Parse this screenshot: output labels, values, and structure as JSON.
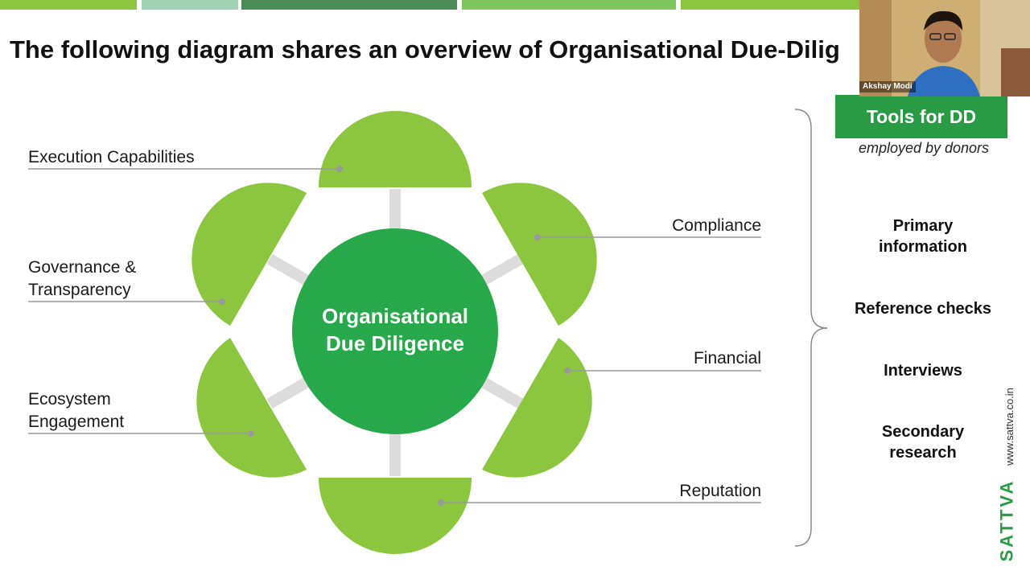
{
  "title": "The following diagram shares an overview of Organisational Due-Dilig",
  "center": {
    "line1": "Organisational",
    "line2": "Due Diligence"
  },
  "petals_left": [
    {
      "label": "Execution Capabilities"
    },
    {
      "line1": "Governance &",
      "line2": "Transparency"
    },
    {
      "line1": "Ecosystem",
      "line2": "Engagement"
    }
  ],
  "petals_right": [
    {
      "label": "Compliance"
    },
    {
      "label": "Financial"
    },
    {
      "label": "Reputation"
    }
  ],
  "tools": {
    "heading": "Tools for DD",
    "subheading": "employed by donors",
    "items": [
      {
        "line1": "Primary",
        "line2": "information"
      },
      {
        "line1": "Reference checks"
      },
      {
        "line1": "Interviews"
      },
      {
        "line1": "Secondary",
        "line2": "research"
      }
    ]
  },
  "video": {
    "participant_name": "Akshay Modi"
  },
  "branding": {
    "logo_text": "SATTVA",
    "website": "www.sattva.co.in"
  },
  "colors": {
    "petal_green": "#8cc63f",
    "center_green": "#27a84a",
    "box_green": "#2a9b45",
    "connector": "#dcdcdc",
    "leader_line": "#9a9a9a"
  }
}
